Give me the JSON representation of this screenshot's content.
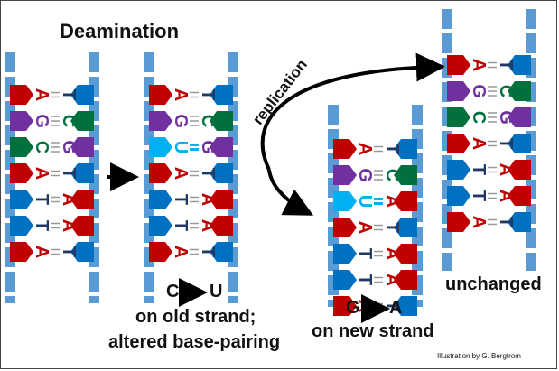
{
  "title": "Deamination",
  "arrow_label": "replication",
  "panels": [
    {
      "pairs": [
        {
          "l": "A",
          "r": "T"
        },
        {
          "l": "G",
          "r": "C"
        },
        {
          "l": "C",
          "r": "G"
        },
        {
          "l": "A",
          "r": "T"
        },
        {
          "l": "T",
          "r": "A"
        },
        {
          "l": "T",
          "r": "A"
        },
        {
          "l": "A",
          "r": "T"
        }
      ]
    },
    {
      "pairs": [
        {
          "l": "A",
          "r": "T"
        },
        {
          "l": "G",
          "r": "C"
        },
        {
          "l": "U",
          "r": "G"
        },
        {
          "l": "A",
          "r": "T"
        },
        {
          "l": "T",
          "r": "A"
        },
        {
          "l": "T",
          "r": "A"
        },
        {
          "l": "A",
          "r": "T"
        }
      ]
    },
    {
      "pairs": [
        {
          "l": "A",
          "r": "T"
        },
        {
          "l": "G",
          "r": "C"
        },
        {
          "l": "U",
          "r": "A"
        },
        {
          "l": "A",
          "r": "T"
        },
        {
          "l": "T",
          "r": "A"
        },
        {
          "l": "T",
          "r": "A"
        },
        {
          "l": "A",
          "r": "T"
        }
      ]
    },
    {
      "pairs": [
        {
          "l": "A",
          "r": "T"
        },
        {
          "l": "G",
          "r": "C"
        },
        {
          "l": "C",
          "r": "G"
        },
        {
          "l": "A",
          "r": "T"
        },
        {
          "l": "T",
          "r": "A"
        },
        {
          "l": "T",
          "r": "A"
        },
        {
          "l": "A",
          "r": "T"
        }
      ]
    }
  ],
  "labels": {
    "c_to_u_from": "C",
    "c_to_u_to": "U",
    "old_strand_line1": "on old strand;",
    "old_strand_line2": "altered base-pairing",
    "g_to_a_from": "G",
    "g_to_a_to": "A",
    "new_strand": "on new strand",
    "unchanged": "unchanged",
    "credit": "Illustration by G. Bergtrom"
  },
  "colors": {
    "backbone": "#5b9bd5",
    "A": "#c00000",
    "T": "#0070c0",
    "G": "#7030a0",
    "C": "#00703c",
    "U": "#00b0f0",
    "letter_A": "#c00000",
    "letter_T": "#1f3864",
    "letter_G": "#7030a0",
    "letter_C": "#00703c",
    "letter_U": "#00b0f0"
  }
}
